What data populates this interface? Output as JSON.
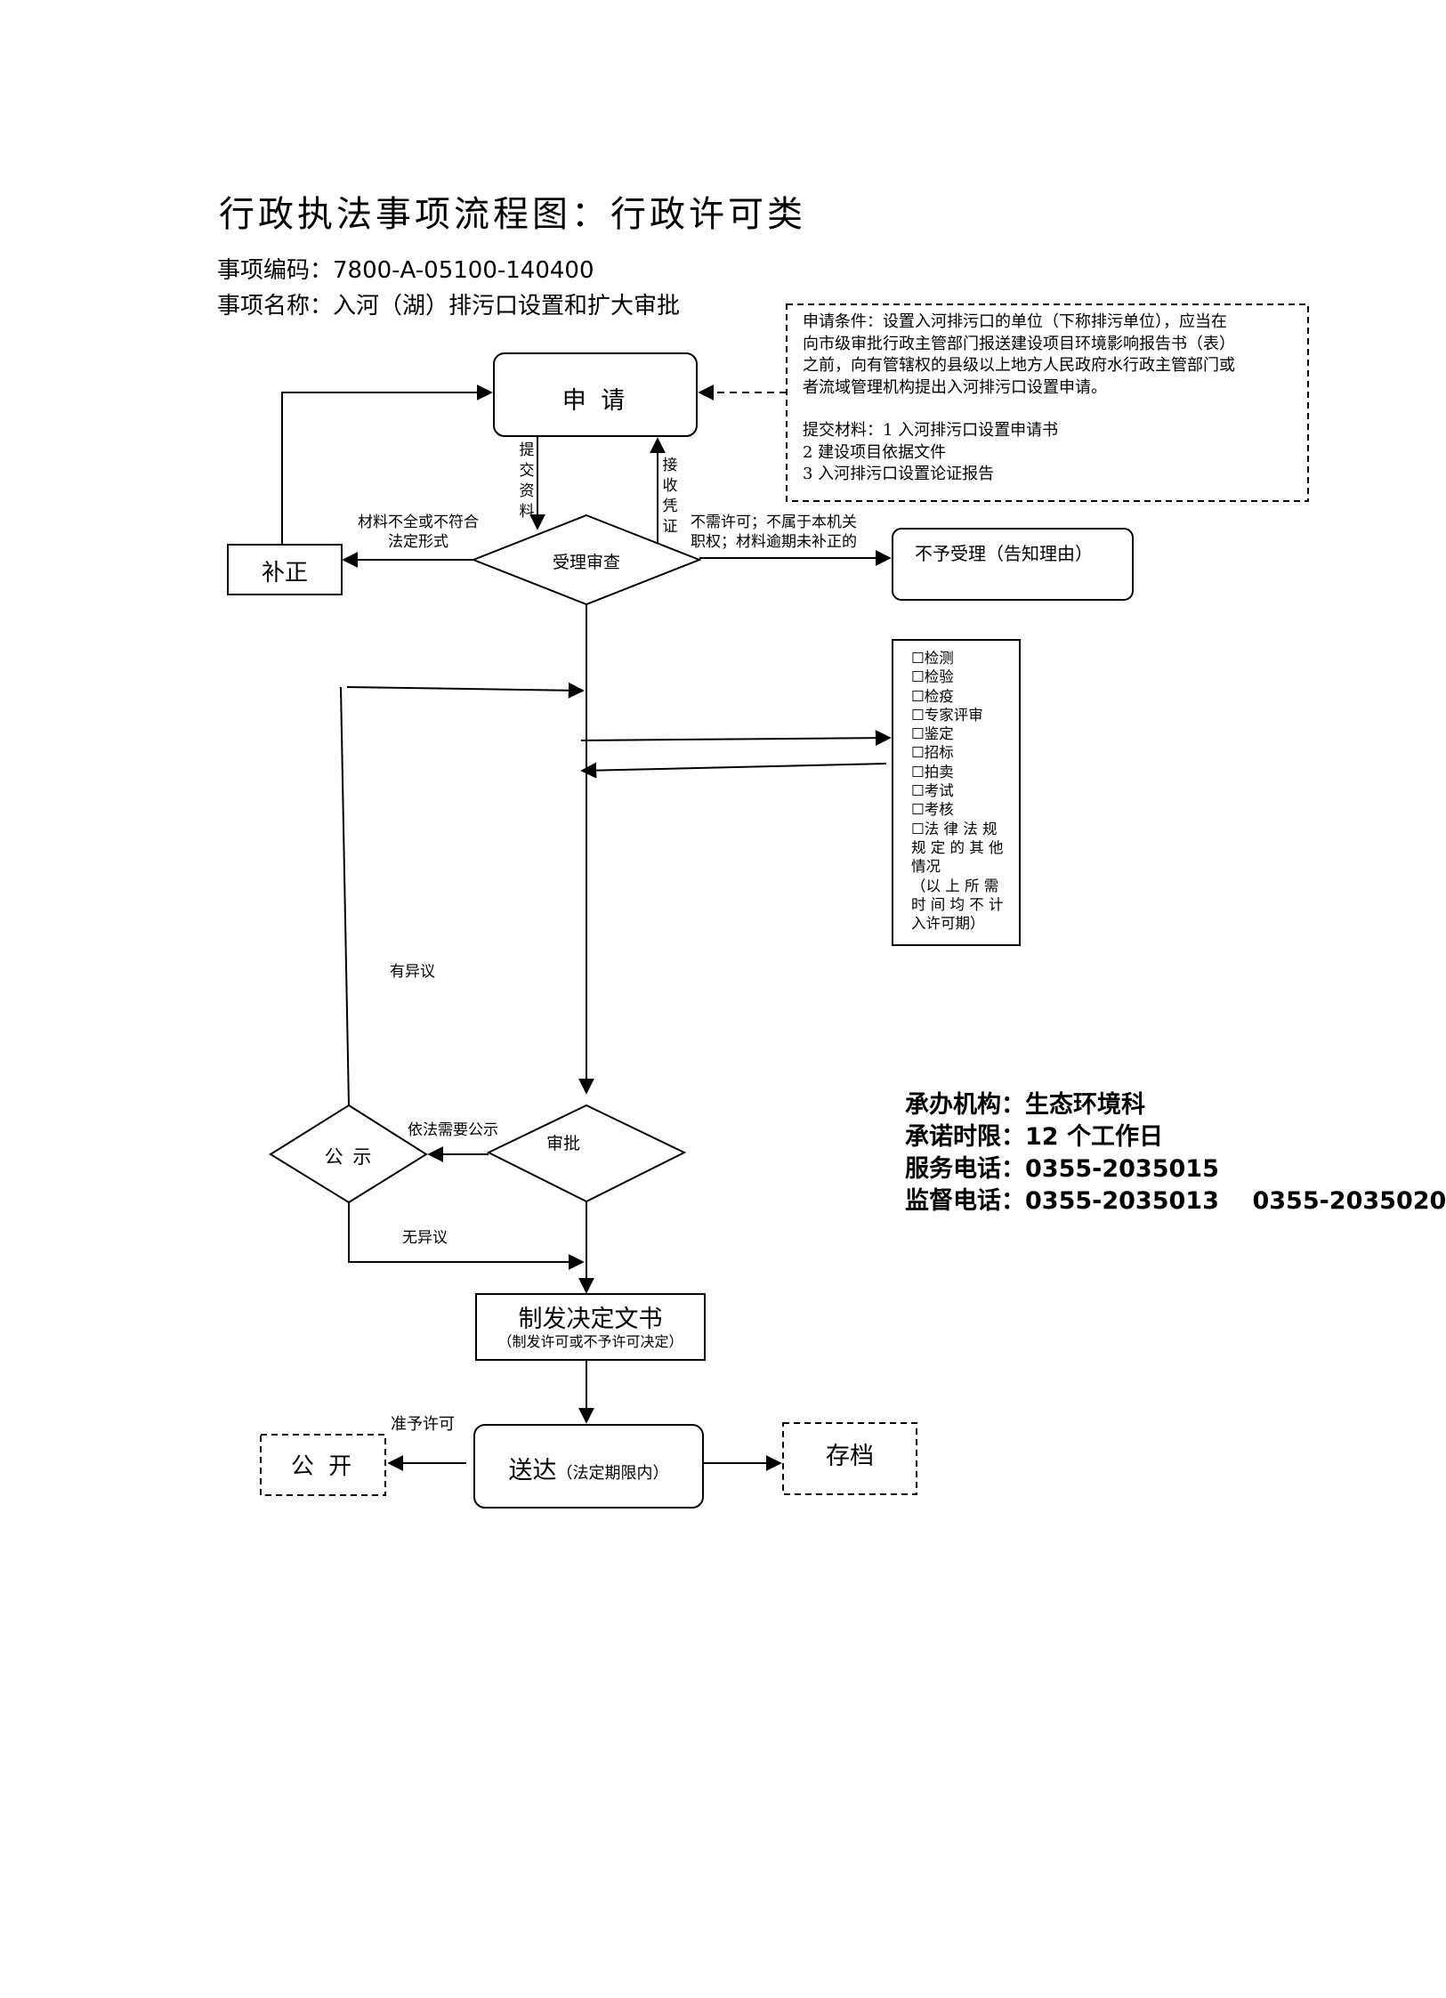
{
  "header": {
    "title": "行政执法事项流程图：行政许可类",
    "code_line": "事项编码：7800-A-05100-140400",
    "name_line": "事项名称：入河（湖）排污口设置和扩大审批"
  },
  "conditions": {
    "line1": "申请条件：设置入河排污口的单位（下称排污单位），应当在",
    "line2": "向市级审批行政主管部门报送建设项目环境影响报告书（表）",
    "line3": "之前，向有管辖权的县级以上地方人民政府水行政主管部门或",
    "line4": "者流域管理机构提出入河排污口设置申请。",
    "materials_title": "提交材料：1 入河排污口设置申请书",
    "material2": "2 建设项目依据文件",
    "material3": "3 入河排污口设置论证报告"
  },
  "nodes": {
    "apply": "申 请",
    "review": "受理审查",
    "correct": "补正",
    "reject": "不予受理（告知理由）",
    "approve": "审批",
    "publicity": "公 示",
    "decision_main": "制发决定文书",
    "decision_sub": "（制发许可或不予许可决定）",
    "deliver_main": "送达",
    "deliver_sub": "（法定期限内）",
    "public": "公 开",
    "archive": "存档"
  },
  "edge_labels": {
    "submit": "提交资料",
    "receipt": "接收凭证",
    "incomplete_1": "材料不全或不符合",
    "incomplete_2": "法定形式",
    "no_permit_1": "不需许可；不属于本机关",
    "no_permit_2": "职权；材料逾期未补正的",
    "objection": "有异议",
    "need_publicity": "依法需要公示",
    "no_objection": "无异议",
    "grant": "准予许可"
  },
  "special_procedures": {
    "items": [
      "☐检测",
      "☐检验",
      "☐检疫",
      "☐专家评审",
      "☐鉴定",
      "☐招标",
      "☐拍卖",
      "☐考试",
      "☐考核",
      "☐法 律 法 规 规 定 的 其 他 情况"
    ],
    "note": "（以 上 所 需 时 间 均 不 计 入许可期）"
  },
  "info": {
    "agency": "承办机构：生态环境科",
    "deadline": "承诺时限：12 个工作日",
    "service_phone": "服务电话：0355-2035015",
    "supervise_phone": "监督电话：0355-2035013    0355-2035020"
  }
}
